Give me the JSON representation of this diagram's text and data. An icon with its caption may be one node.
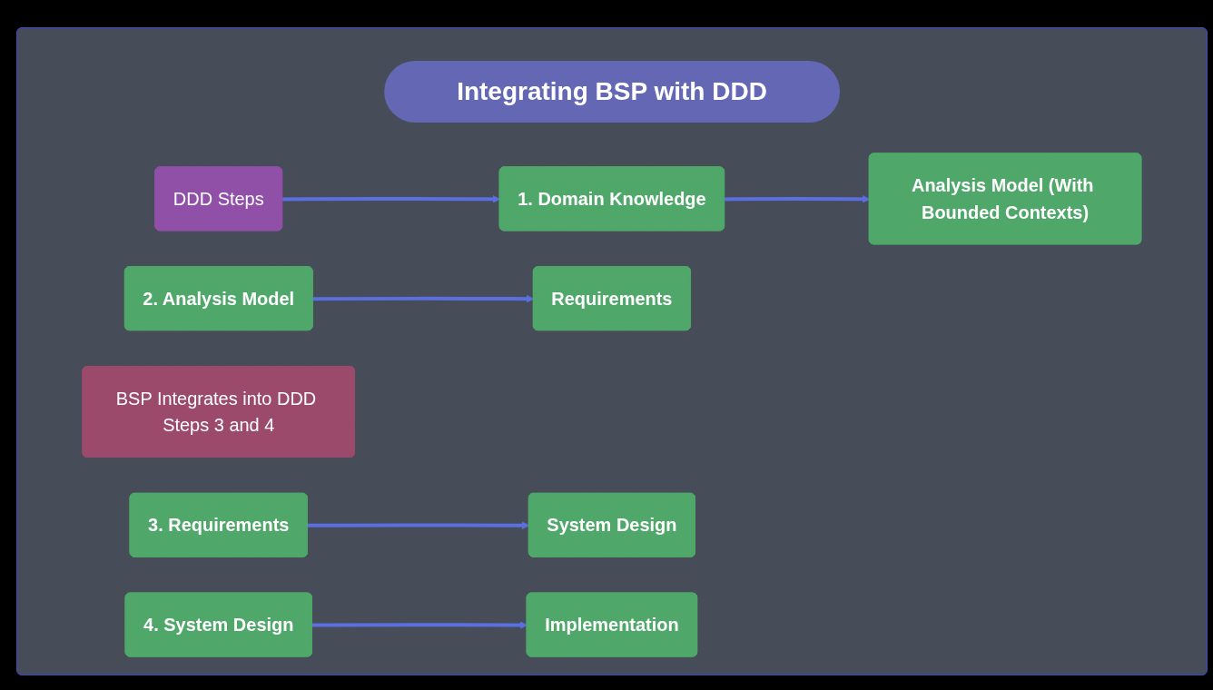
{
  "diagram": {
    "title": "Integrating BSP with DDD",
    "nodes": [
      {
        "text": [
          "DDD Steps"
        ]
      },
      {
        "text": [
          "1. Domain Knowledge"
        ]
      },
      {
        "text": [
          "Analysis Model (With Bounded Contexts)"
        ]
      },
      {
        "text": [
          "2. Analysis Model"
        ]
      },
      {
        "text": [
          "Requirements"
        ]
      },
      {
        "text": [
          "BSP Integrates into DDD Steps 3 and 4"
        ]
      },
      {
        "text": [
          "3. Requirements"
        ]
      },
      {
        "text": [
          "System Design"
        ]
      },
      {
        "text": [
          "4. System Design"
        ]
      },
      {
        "text": [
          "Implementation"
        ]
      }
    ],
    "edges": [
      {
        "from": 0,
        "to": 1,
        "arrow": "to"
      },
      {
        "from": 1,
        "to": 2,
        "arrow": "to"
      },
      {
        "from": 3,
        "to": 4,
        "arrow": "to"
      },
      {
        "from": 6,
        "to": 7,
        "arrow": "to"
      },
      {
        "from": 8,
        "to": 9,
        "arrow": "to"
      }
    ]
  }
}
